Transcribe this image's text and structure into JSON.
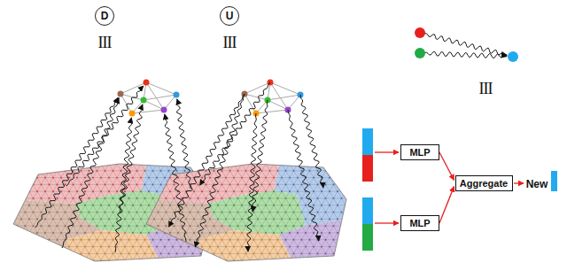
{
  "diagram": {
    "nodes": [
      {
        "text": [
          "D"
        ]
      },
      {
        "text": [
          "U"
        ]
      },
      {
        "text": [
          "MLP"
        ]
      },
      {
        "text": [
          "MLP"
        ]
      },
      {
        "text": [
          "Aggregate"
        ]
      }
    ],
    "edges": [
      {
        "from": 2,
        "to": 4,
        "arrow": "to"
      },
      {
        "from": 3,
        "to": 4,
        "arrow": "to"
      }
    ],
    "labels": [
      "III",
      "III",
      "III",
      "New"
    ]
  }
}
